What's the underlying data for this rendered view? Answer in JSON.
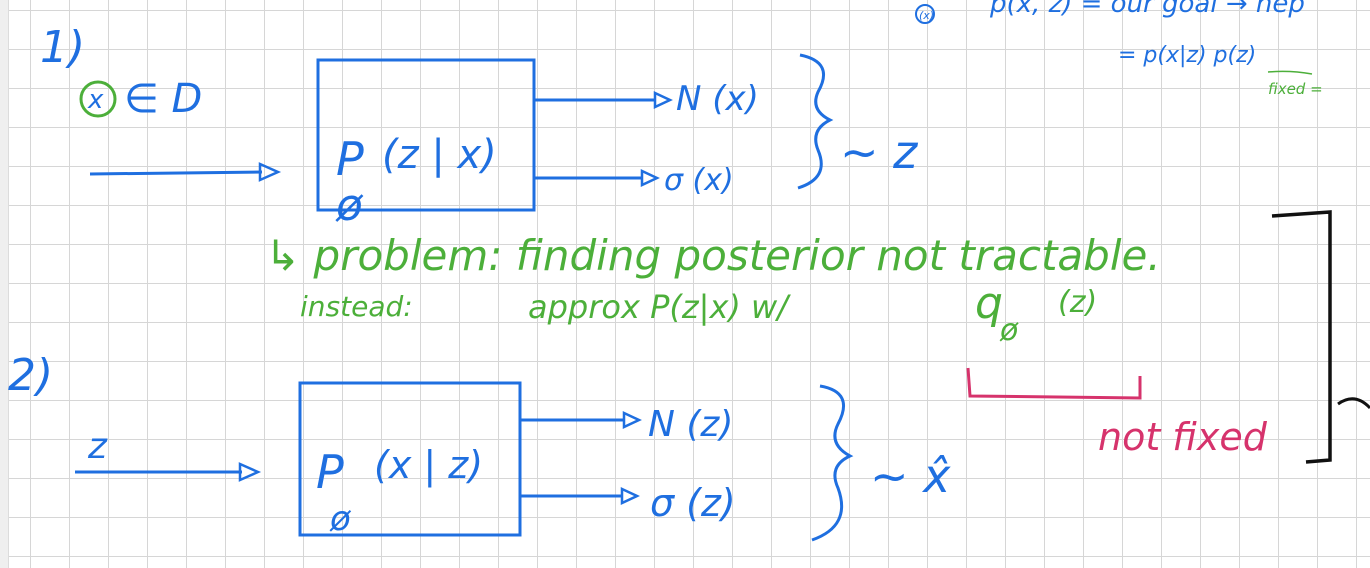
{
  "colors": {
    "ink_blue": "#1f6fe0",
    "ink_green": "#4caf3a",
    "ink_pink": "#d6336c",
    "ink_black": "#111111",
    "grid": "#d6d6d6"
  },
  "top_right": {
    "marker": "(x)",
    "line1": "p(x, z)  =  our goal → hep",
    "line2": "= p(x|z)  p(z)",
    "fixed_note": "fixed ="
  },
  "part1": {
    "number": "1)",
    "input_circle_var": "x",
    "input_membership": "∈ D",
    "encoder_p": "P",
    "encoder_sub": "ø",
    "encoder_args": "(z | x)",
    "mu_out": "N (x)",
    "sigma_out": "σ (x)",
    "sample_out": "~ z"
  },
  "green_notes": {
    "line1": "↳ problem: finding posterior not tractable.",
    "line2_prefix": "instead:",
    "line2_body": "approx P(z|x) w/",
    "q_symbol": "q",
    "q_sub": "ø",
    "q_args": "(z)"
  },
  "pink_note": {
    "text": "not fixed"
  },
  "part2": {
    "number": "2)",
    "input_var": "z",
    "decoder_p": "P",
    "decoder_sub": "ø",
    "decoder_args": "(x | z)",
    "mu_out": "N (z)",
    "sigma_out": "σ (z)",
    "sample_out": "~ x̂"
  }
}
